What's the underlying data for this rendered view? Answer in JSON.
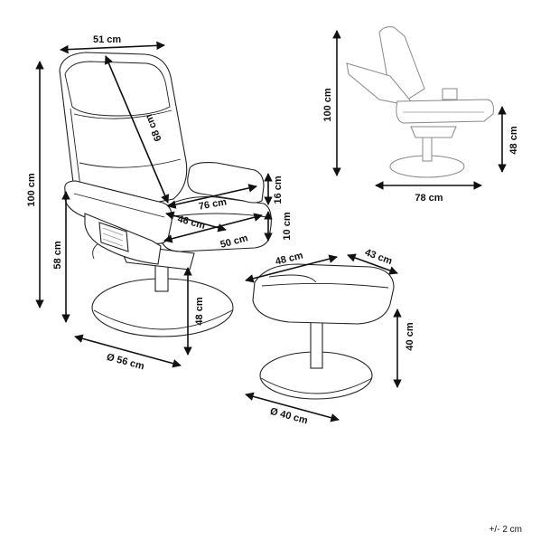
{
  "dimensions": {
    "chair_width": "51 cm",
    "back_height": "68 cm",
    "total_height": "100 cm",
    "seat_floor_height": "58 cm",
    "armrest_height": "16 cm",
    "seat_thickness": "10 cm",
    "depth": "76 cm",
    "seat_depth": "46 cm",
    "seat_width": "50 cm",
    "chair_base_height": "48 cm",
    "chair_base_diameter": "Ø 56 cm",
    "ottoman_width": "48 cm",
    "ottoman_depth": "43 cm",
    "ottoman_height": "40 cm",
    "ottoman_base_diameter": "Ø 40 cm",
    "reclined_height": "100 cm",
    "reclined_length": "78 cm",
    "reclined_seat_height": "48 cm"
  },
  "tolerance": "+/- 2 cm"
}
